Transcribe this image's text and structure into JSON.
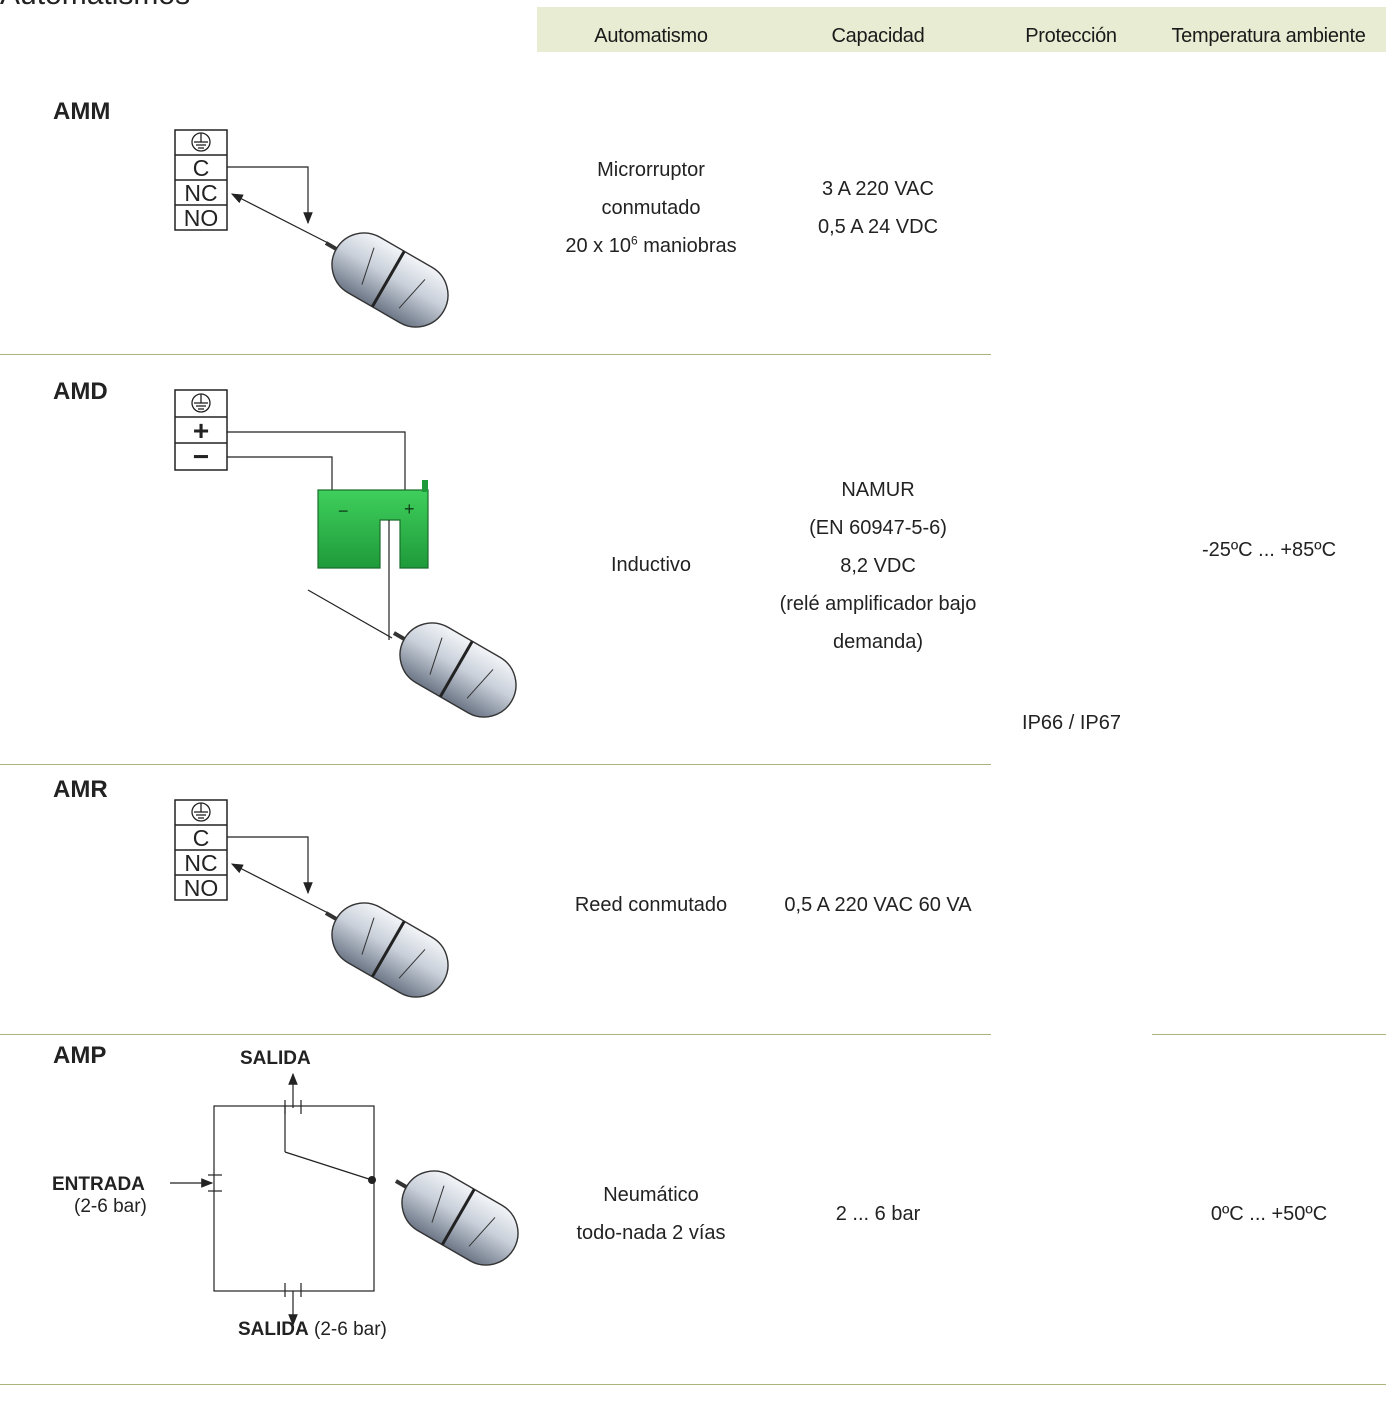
{
  "page": {
    "title": "Automatismos"
  },
  "colors": {
    "header_bg": "#e8ecd2",
    "separator": "#a9b57a",
    "sensor_green": "#2db84a"
  },
  "table": {
    "headers": [
      "Automatismo",
      "Capacidad",
      "Protección",
      "Temperatura ambiente"
    ],
    "protection": "IP66 / IP67",
    "temp_common": "-25ºC ... +85ºC",
    "rows": [
      {
        "label": "AMM",
        "automatismo": [
          "Microrruptor",
          "conmutado"
        ],
        "maniobras": {
          "prefix": "20 x 10",
          "exp": "6",
          "suffix": " maniobras"
        },
        "capacidad": [
          "3 A 220 VAC",
          "0,5 A 24 VDC"
        ],
        "terminals": [
          "C",
          "NC",
          "NO"
        ]
      },
      {
        "label": "AMD",
        "automatismo": [
          "Inductivo"
        ],
        "capacidad": [
          "NAMUR",
          "(EN 60947-5-6)",
          "8,2 VDC",
          "(relé amplificador bajo",
          "demanda)"
        ],
        "terminals": [
          "+",
          "−"
        ],
        "sensor_marks": [
          "−",
          "+"
        ]
      },
      {
        "label": "AMR",
        "automatismo": [
          "Reed conmutado"
        ],
        "capacidad": [
          "0,5 A 220 VAC 60 VA"
        ],
        "terminals": [
          "C",
          "NC",
          "NO"
        ]
      },
      {
        "label": "AMP",
        "automatismo": [
          "Neumático",
          "todo-nada 2 vías"
        ],
        "capacidad": [
          "2 ... 6 bar"
        ],
        "temperatura": "0ºC ... +50ºC",
        "diagram": {
          "salida_top": "SALIDA",
          "entrada": "ENTRADA",
          "entrada_range": "(2-6 bar)",
          "salida_bottom": "SALIDA",
          "salida_bottom_range": " (2-6 bar)"
        }
      }
    ]
  }
}
